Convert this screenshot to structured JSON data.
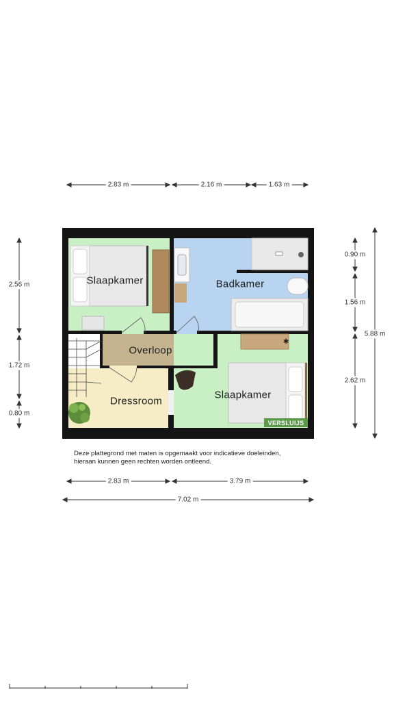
{
  "rooms": {
    "bedroom_1": "Slaapkamer",
    "bathroom": "Badkamer",
    "landing": "Overloop",
    "dressing_room": "Dressroom",
    "bedroom_2": "Slaapkamer"
  },
  "dimensions": {
    "top": [
      "2.83 m",
      "2.16 m",
      "1.63 m"
    ],
    "bottom": [
      "2.83 m",
      "3.79 m"
    ],
    "total_width": "7.02 m",
    "left": [
      "2.56 m",
      "1.72 m",
      "0.80 m"
    ],
    "right": [
      "0.90 m",
      "1.56 m",
      "2.62 m"
    ],
    "total_height": "5.88 m"
  },
  "disclaimer_lines": [
    "Deze plattegrond met maten is opgemaakt voor indicatieve doeleinden,",
    "hieraan kunnen geen rechten worden ontleend."
  ],
  "brand": "VERSLUIJS",
  "colors": {
    "bedroom": "#c8f0c4",
    "bathroom": "#b8d4f0",
    "landing": "#c3b38e",
    "dressing": "#f6ecc6",
    "wall": "#141414"
  }
}
